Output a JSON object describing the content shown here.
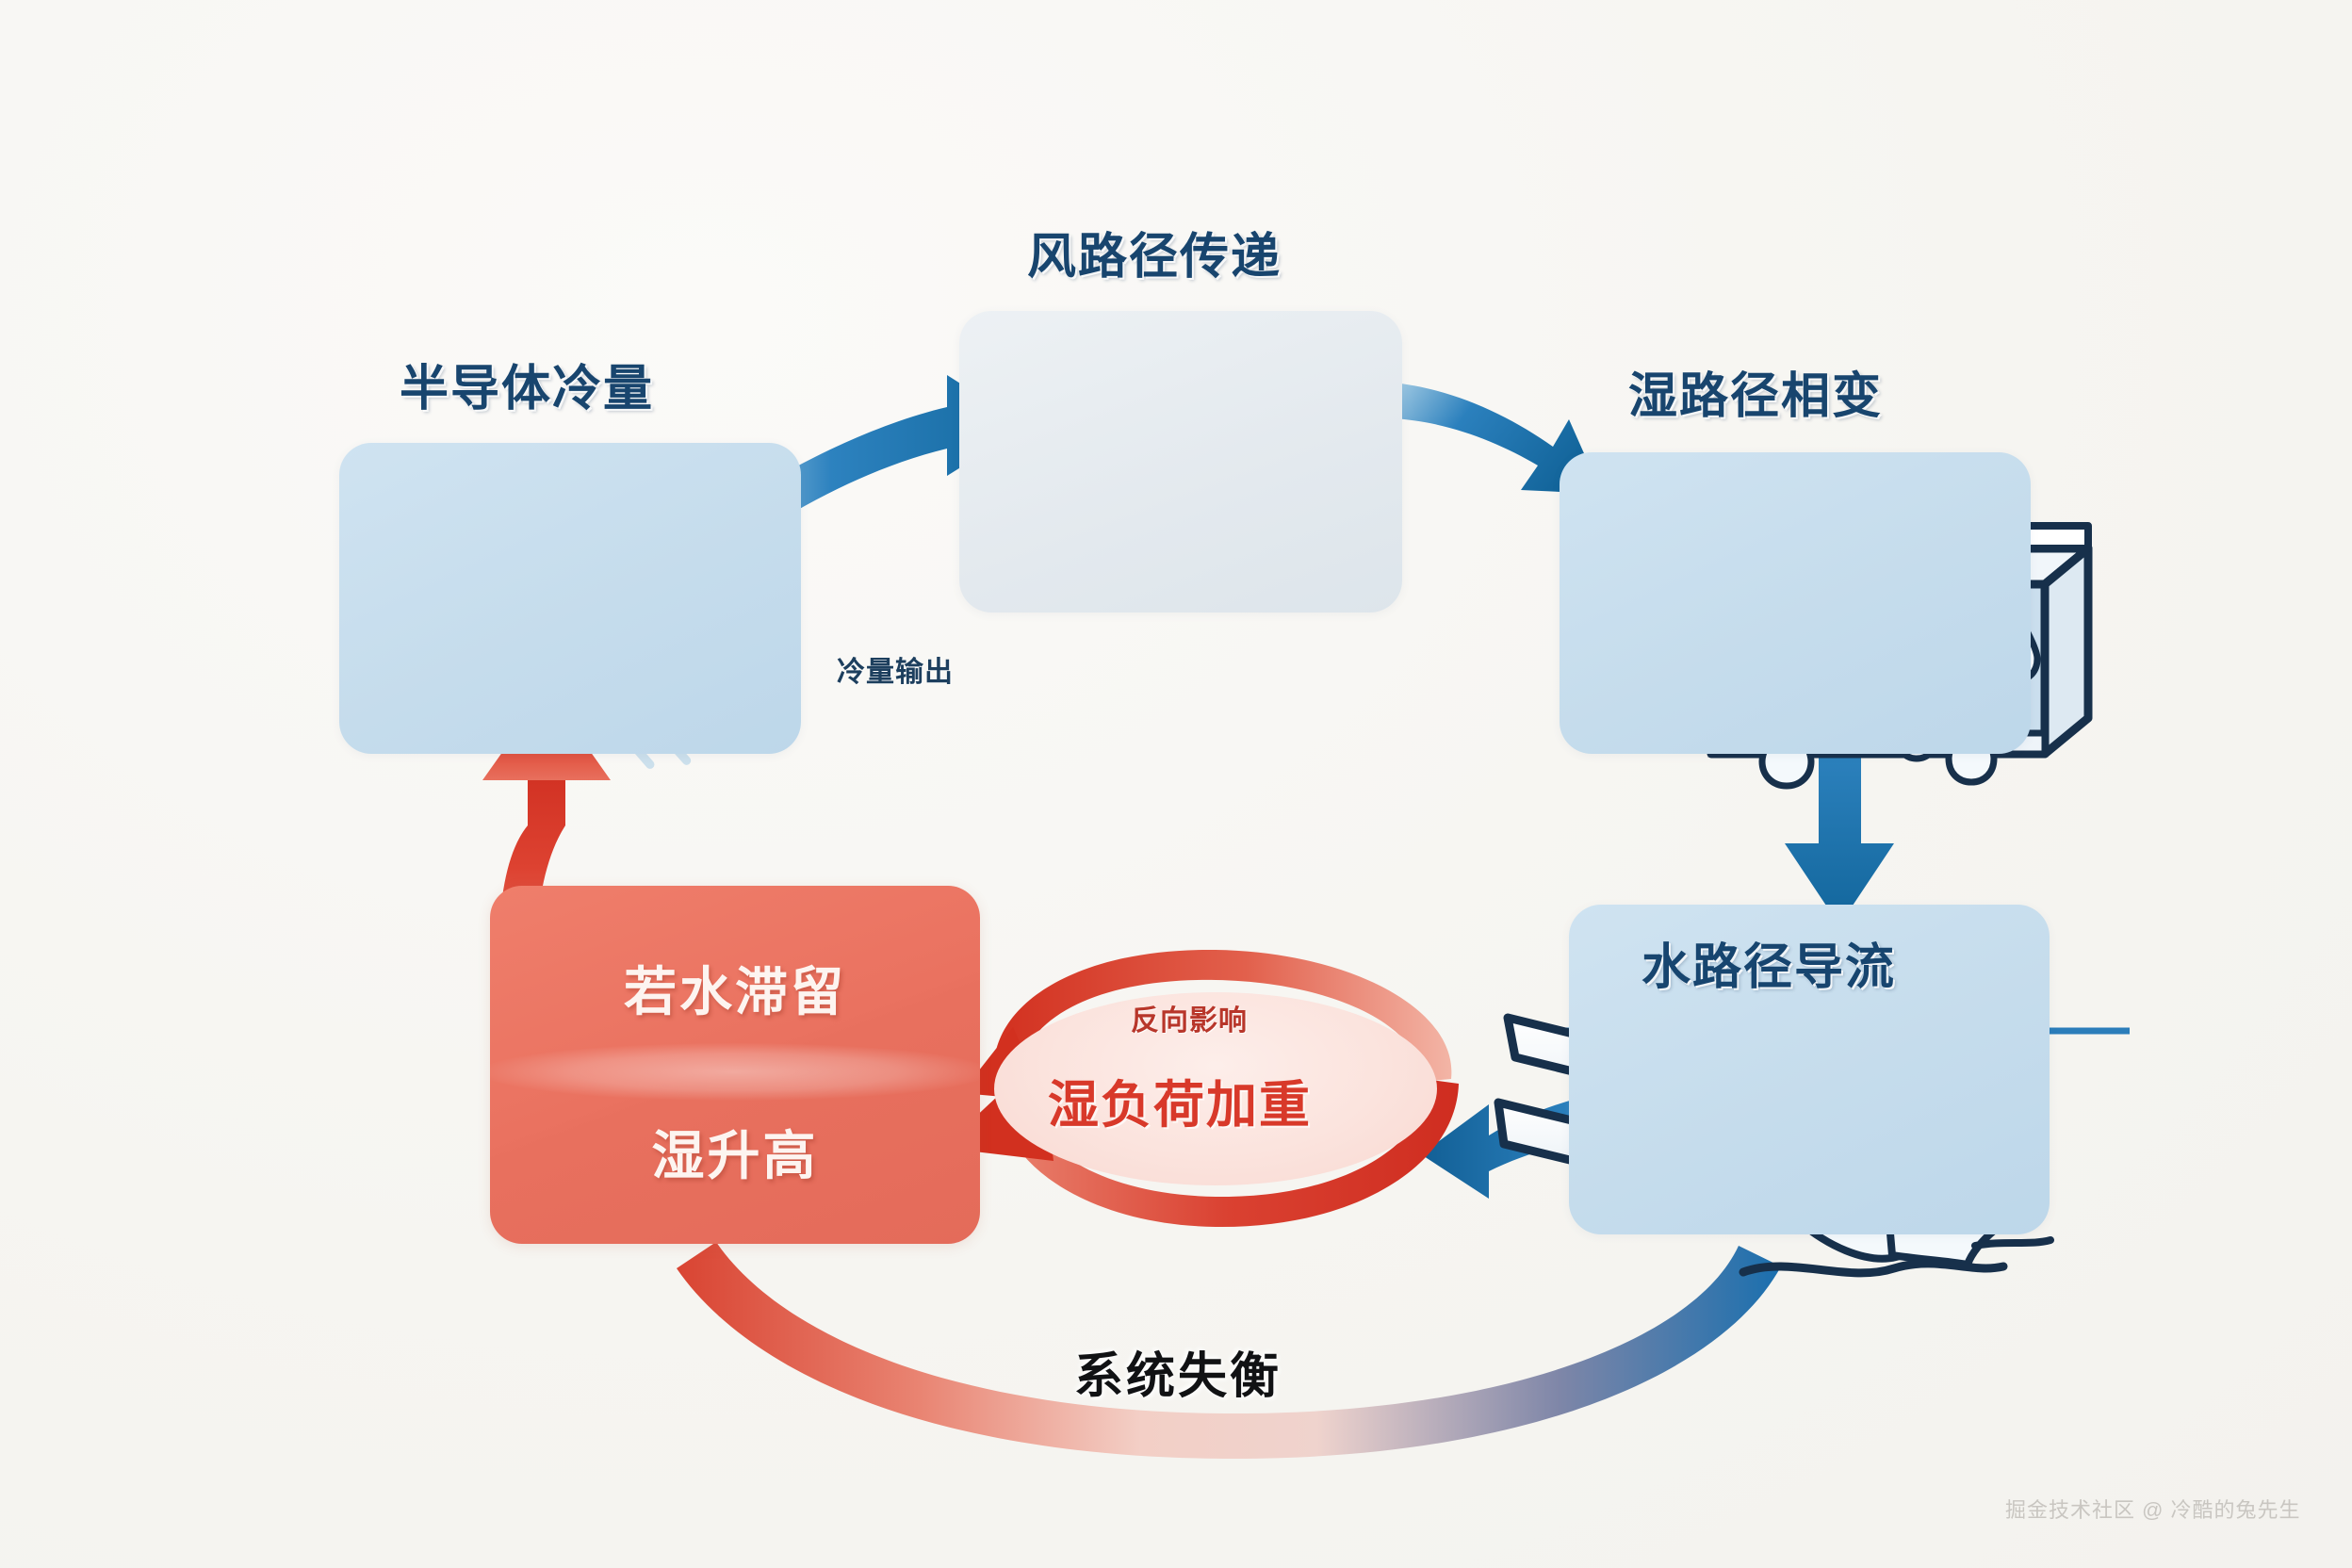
{
  "diagram": {
    "title_semiconductor": "半导体冷量",
    "title_air_path": "风路径传递",
    "title_wet_path": "湿路径相变",
    "title_water_path": "水路径导流",
    "label_cold_output": "冷量输出",
    "red_box_line1": "若水滞留",
    "red_box_line2": "湿升高",
    "feedback_label": "湿负荷加重",
    "reverse_effect_label": "反向影响",
    "system_imbalance_label": "系统失衡",
    "watermark": "掘金技术社区 @ 冷酷的兔先生"
  },
  "icons": {
    "fan": "fan-icon",
    "peltier": "peltier-module-icon",
    "coil": "condensation-coil-icon",
    "pipes": "water-pipes-icon"
  },
  "colors": {
    "accent_blue": "#1b6faf",
    "deep_navy": "#17304b",
    "card_blue": "#c7dded",
    "card_fan": "#e5ebf0",
    "accent_red": "#d8392a",
    "card_red": "#ea7260",
    "title_text": "#18456e",
    "background": "#f6f5f1"
  }
}
